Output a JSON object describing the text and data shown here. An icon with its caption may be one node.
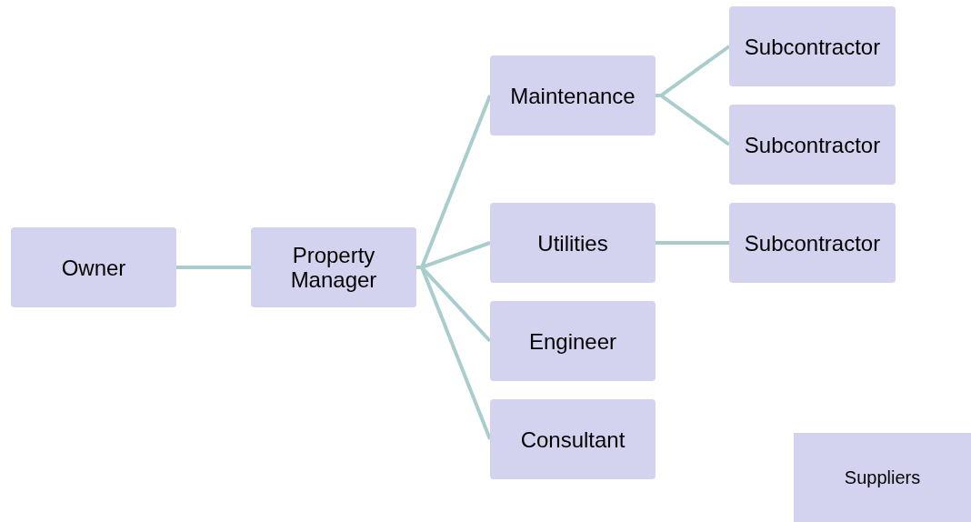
{
  "diagram": {
    "nodes": [
      {
        "text": [
          "Owner"
        ]
      },
      {
        "text": [
          "Property Manager"
        ]
      },
      {
        "text": [
          "Maintenance"
        ]
      },
      {
        "text": [
          "Subcontractor"
        ]
      },
      {
        "text": [
          "Subcontractor"
        ]
      },
      {
        "text": [
          "Utilities"
        ]
      },
      {
        "text": [
          "Subcontractor"
        ]
      },
      {
        "text": [
          "Engineer"
        ]
      },
      {
        "text": [
          "Consultant"
        ]
      },
      {
        "text": [
          "Suppliers"
        ]
      }
    ],
    "edges": [
      {
        "from": 0,
        "to": 1,
        "arrow": "none"
      },
      {
        "from": 1,
        "to": 2,
        "arrow": "none"
      },
      {
        "from": 1,
        "to": 5,
        "arrow": "none"
      },
      {
        "from": 1,
        "to": 7,
        "arrow": "none"
      },
      {
        "from": 1,
        "to": 8,
        "arrow": "none"
      },
      {
        "from": 2,
        "to": 3,
        "arrow": "none"
      },
      {
        "from": 2,
        "to": 4,
        "arrow": "none"
      },
      {
        "from": 5,
        "to": 6,
        "arrow": "none"
      }
    ]
  }
}
